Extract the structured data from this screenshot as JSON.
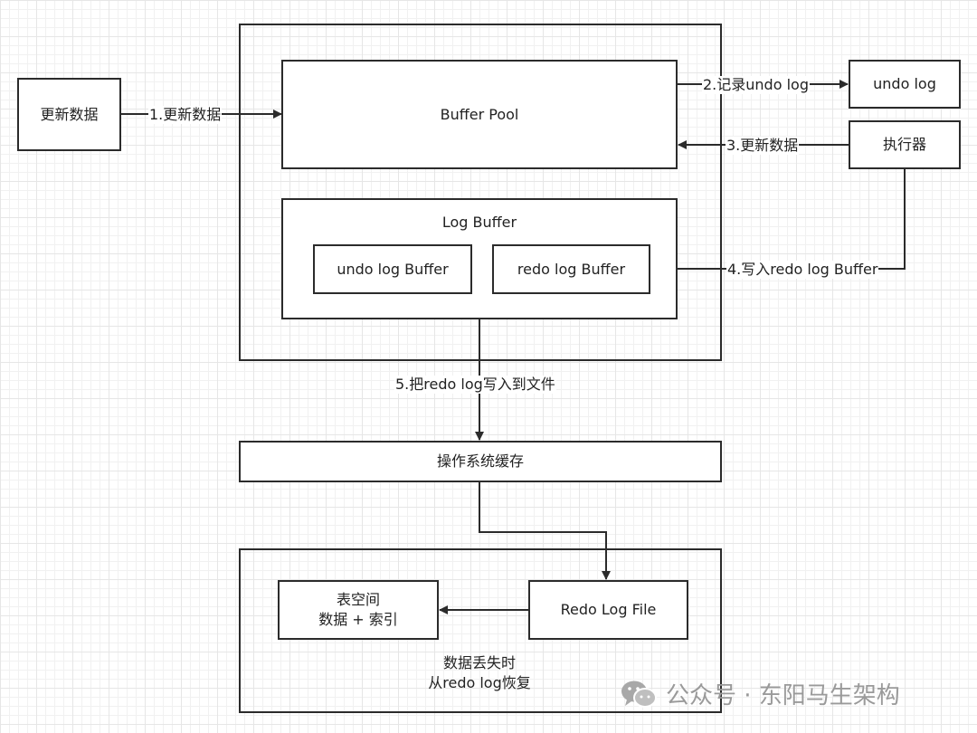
{
  "boxes": {
    "update_data": "更新数据",
    "buffer_pool": "Buffer Pool",
    "log_buffer": "Log Buffer",
    "undo_log_buffer": "undo log Buffer",
    "redo_log_buffer": "redo log Buffer",
    "undo_log": "undo log",
    "executor": "执行器",
    "os_cache": "操作系统缓存",
    "redo_log_file": "Redo Log File",
    "tablespace_line1": "表空间",
    "tablespace_line2": "数据 + 索引",
    "recovery_line1": "数据丢失时",
    "recovery_line2": "从redo log恢复"
  },
  "steps": {
    "step1": "1.更新数据",
    "step2": "2.记录undo log",
    "step3": "3.更新数据",
    "step4": "4.写入redo log Buffer",
    "step5": "5.把redo log写入到文件"
  },
  "watermark": {
    "text": "公众号 · 东阳马生架构",
    "icon": "wechat-icon"
  },
  "colors": {
    "stroke": "#2b2b2b",
    "watermark": "#9a9a9a"
  }
}
